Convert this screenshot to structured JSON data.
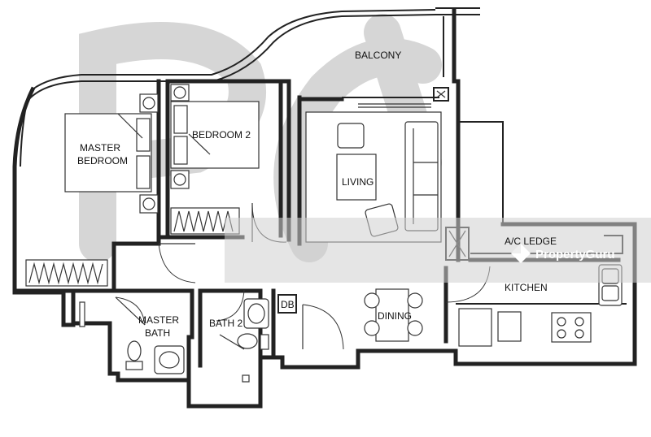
{
  "rooms": {
    "balcony": "BALCONY",
    "master_bedroom_line1": "MASTER",
    "master_bedroom_line2": "BEDROOM",
    "bedroom2": "BEDROOM 2",
    "living": "LIVING",
    "ac_ledge": "A/C LEDGE",
    "kitchen": "KITCHEN",
    "db": "DB",
    "dining": "DINING",
    "master_bath_line1": "MASTER",
    "master_bath_line2": "BATH",
    "bath2": "BATH 2"
  },
  "watermark": {
    "brand": "PropertyGuru",
    "brand_color": "#ffffff",
    "band_color": "#cfcfcf",
    "logo_icon": "propertyguru-logo-icon"
  },
  "colors": {
    "wall": "#222222",
    "background": "#ffffff",
    "watermark_gray": "#d9d9d9"
  }
}
